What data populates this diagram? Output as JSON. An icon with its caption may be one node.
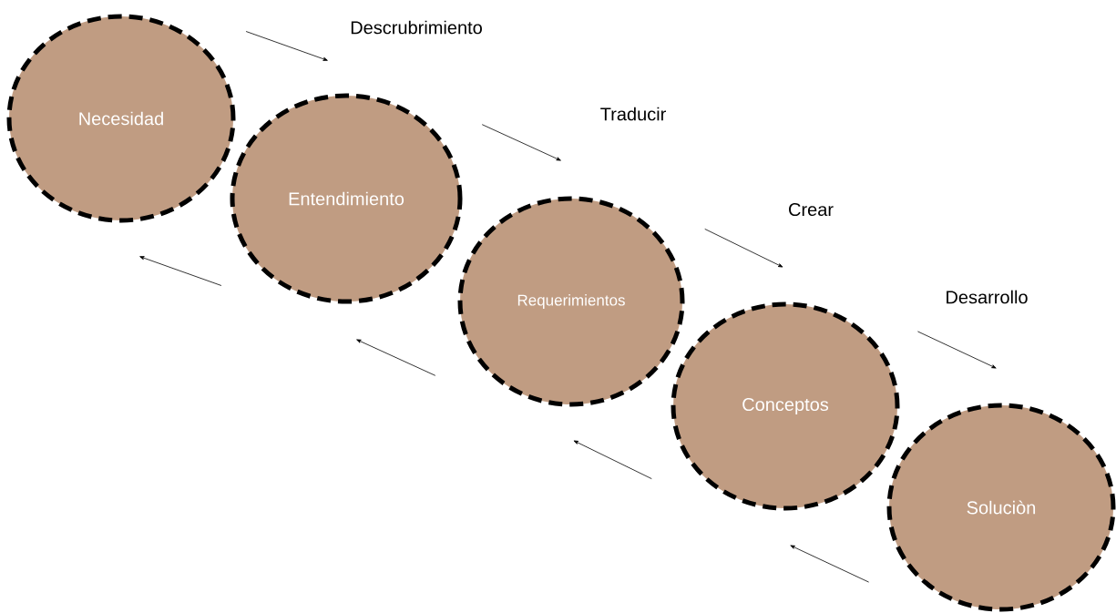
{
  "diagram": {
    "nodes": [
      {
        "text": [
          "Necesidad"
        ]
      },
      {
        "text": [
          "Entendimiento"
        ]
      },
      {
        "text": [
          "Requerimientos"
        ]
      },
      {
        "text": [
          "Conceptos"
        ]
      },
      {
        "text": [
          "Soluciòn"
        ]
      }
    ],
    "edges": [
      {
        "from": 0,
        "to": 1,
        "arrow": "to",
        "label": "Descrubrimiento"
      },
      {
        "from": 1,
        "to": 2,
        "arrow": "to",
        "label": "Traducir"
      },
      {
        "from": 2,
        "to": 3,
        "arrow": "to",
        "label": "Crear"
      },
      {
        "from": 3,
        "to": 4,
        "arrow": "to",
        "label": "Desarrollo"
      },
      {
        "from": 1,
        "to": 0,
        "arrow": "to"
      },
      {
        "from": 2,
        "to": 1,
        "arrow": "to"
      },
      {
        "from": 3,
        "to": 2,
        "arrow": "to"
      },
      {
        "from": 4,
        "to": 3,
        "arrow": "to"
      }
    ]
  }
}
